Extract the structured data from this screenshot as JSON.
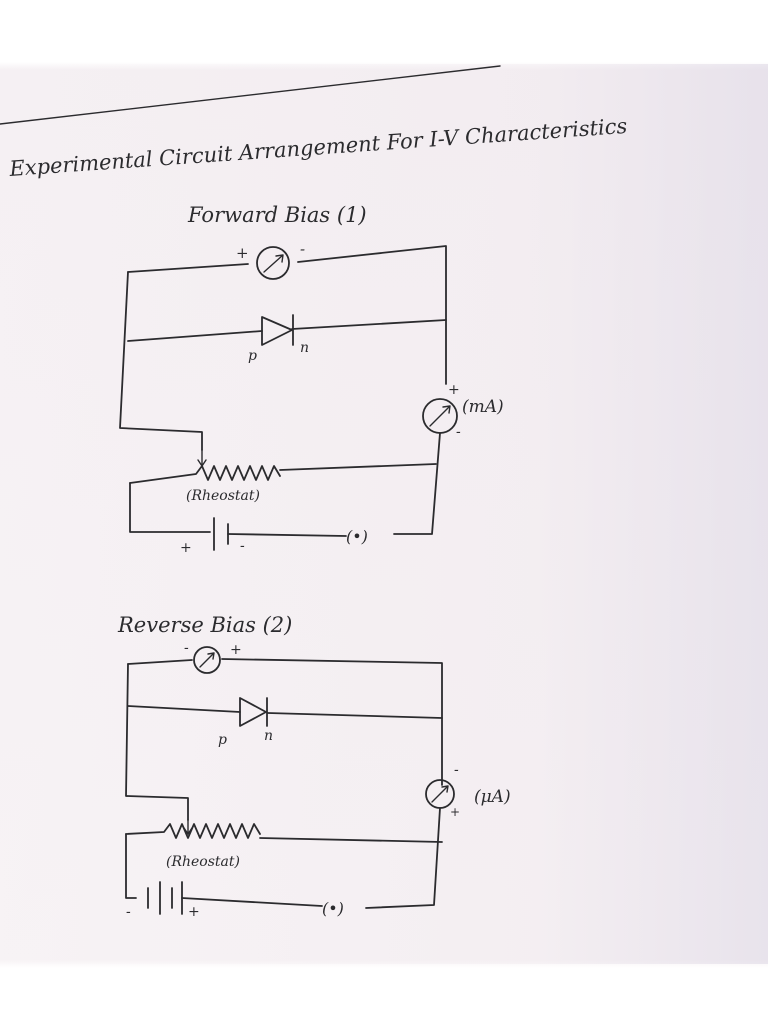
{
  "page_title": "Experimental Circuit Arrangement For I-V Characteristics",
  "forward": {
    "heading": "Forward Bias (1)",
    "voltmeter": {
      "plus": "+",
      "minus": "-"
    },
    "diode": {
      "p": "p",
      "n": "n"
    },
    "ammeter": {
      "unit": "(mA)",
      "plus": "+",
      "minus": "-"
    },
    "rheostat": "(Rheostat)",
    "battery": {
      "plus": "+",
      "minus": "-"
    },
    "key": "(•)"
  },
  "reverse": {
    "heading": "Reverse Bias (2)",
    "voltmeter": {
      "plus": "+",
      "minus": "-"
    },
    "diode": {
      "p": "p",
      "n": "n"
    },
    "ammeter": {
      "unit": "(μA)",
      "plus": "+",
      "minus": "-"
    },
    "rheostat": "(Rheostat)",
    "battery": {
      "plus": "+",
      "minus": "-"
    },
    "key": "(•)"
  }
}
